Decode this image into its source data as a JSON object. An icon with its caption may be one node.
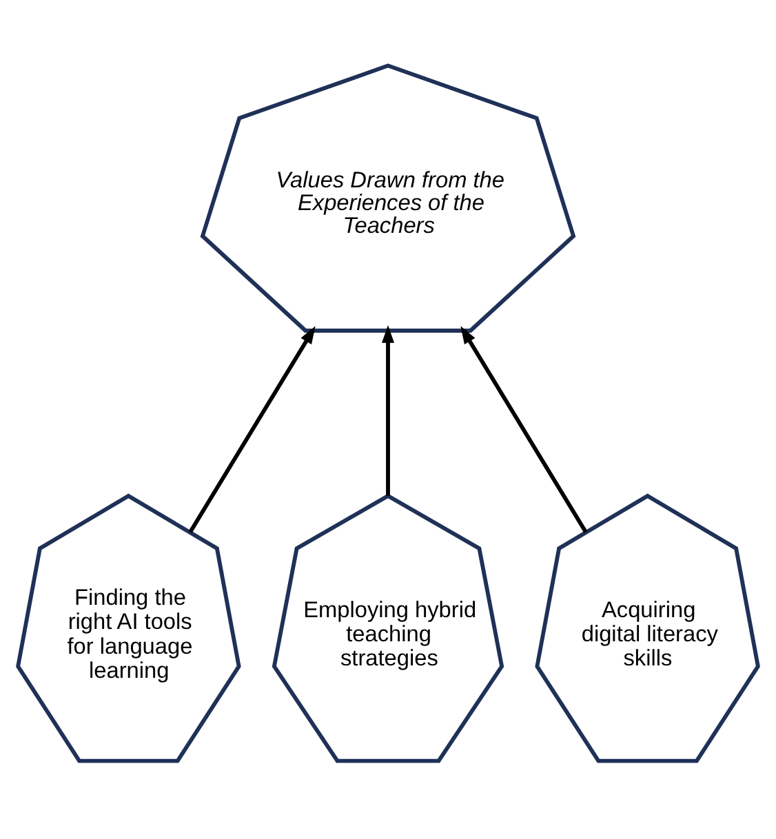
{
  "diagram": {
    "nodes": [
      {
        "text": [
          "Values Drawn from the Experiences of the Teachers"
        ]
      },
      {
        "text": [
          "Finding the right AI tools for language learning"
        ]
      },
      {
        "text": [
          "Employing hybrid teaching strategies"
        ]
      },
      {
        "text": [
          "Acquiring digital literacy skills"
        ]
      }
    ],
    "edges": [
      {
        "from": 1,
        "to": 0,
        "arrow": "to"
      },
      {
        "from": 2,
        "to": 0,
        "arrow": "to"
      },
      {
        "from": 3,
        "to": 0,
        "arrow": "to"
      }
    ]
  }
}
